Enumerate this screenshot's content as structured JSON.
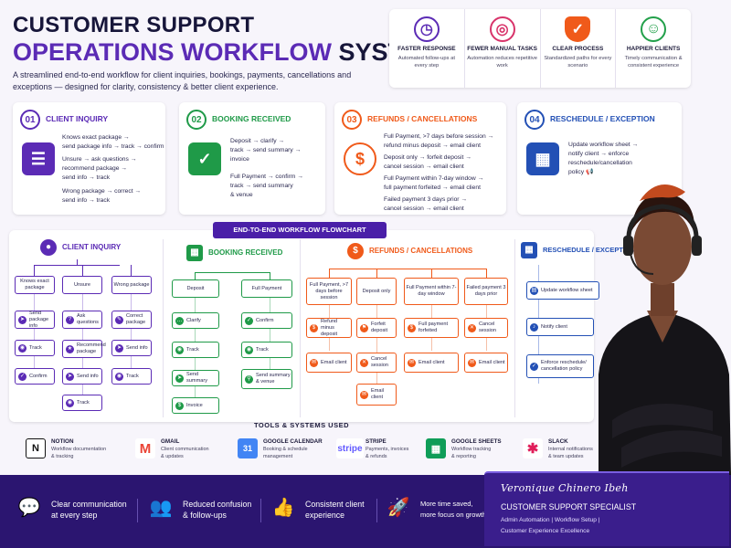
{
  "header": {
    "title_line1": "CUSTOMER SUPPORT",
    "title_accent": "OPERATIONS WORKFLOW",
    "title_end": "SYSTEM",
    "intro": "A streamlined end-to-end workflow for client inquiries, bookings, payments, cancellations and exceptions — designed for clarity, consistency & better client experience."
  },
  "benefits": [
    {
      "title": "FASTER RESPONSE",
      "sub": "Automated follow-ups at every step",
      "icon": "clock-icon",
      "color": "#5b2bb5"
    },
    {
      "title": "FEWER MANUAL TASKS",
      "sub": "Automation reduces repetitive work",
      "icon": "target-icon",
      "color": "#d8336a"
    },
    {
      "title": "CLEAR PROCESS",
      "sub": "Standardized paths for every scenario",
      "icon": "shield-icon",
      "color": "#f05a1a"
    },
    {
      "title": "HAPPIER CLIENTS",
      "sub": "Timely communication & consistent experience",
      "icon": "smile-icon",
      "color": "#22a04a"
    }
  ],
  "cards": [
    {
      "num": "01",
      "title": "CLIENT INQUIRY",
      "color": "#5b2bb5",
      "lines": [
        "Knows exact package →",
        "send package info → track → confirm",
        "Unsure → ask questions →",
        "recommend package →",
        "send info → track",
        "Wrong package → correct →",
        "send info → track"
      ]
    },
    {
      "num": "02",
      "title": "BOOKING RECEIVED",
      "color": "#1f9a48",
      "lines": [
        "Deposit → clarify →",
        "track → send summary →",
        "invoice",
        "Full Payment → confirm →",
        "track → send summary",
        "& venue"
      ]
    },
    {
      "num": "03",
      "title": "REFUNDS / CANCELLATIONS",
      "color": "#f05a1a",
      "lines": [
        "Full Payment, >7 days before session →",
        "refund minus deposit → email client",
        "Deposit only → forfeit deposit →",
        "cancel session → email client",
        "Full Payment within 7-day window →",
        "full payment forfeited → email client",
        "Failed payment 3 days prior →",
        "cancel session → email client"
      ]
    },
    {
      "num": "04",
      "title": "RESCHEDULE / EXCEPTION",
      "color": "#2350b5",
      "lines": [
        "Update workflow sheet →",
        "notify client → enforce",
        "reschedule/cancellation",
        "policy 📢"
      ]
    }
  ],
  "flowchart": {
    "label": "END-TO-END WORKFLOW FLOWCHART",
    "cols": [
      {
        "title": "CLIENT INQUIRY",
        "color": "#5b2bb5"
      },
      {
        "title": "BOOKING RECEIVED",
        "color": "#1f9a48"
      },
      {
        "title": "REFUNDS / CANCELLATIONS",
        "color": "#f05a1a"
      },
      {
        "title": "RESCHEDULE / EXCEPTION",
        "color": "#2350b5"
      }
    ],
    "inquiry": {
      "branches": [
        "Knows exact package",
        "Unsure",
        "Wrong package"
      ],
      "b1": [
        "Send package info",
        "Track",
        "Confirm"
      ],
      "b2": [
        "Ask questions",
        "Recommend package",
        "Send info",
        "Track"
      ],
      "b3": [
        "Correct package",
        "Send info",
        "Track"
      ]
    },
    "booking": {
      "branches": [
        "Deposit",
        "Full Payment"
      ],
      "b1": [
        "Clarify",
        "Track",
        "Send summary",
        "Invoice"
      ],
      "b2": [
        "Confirm",
        "Track",
        "Send summary & venue"
      ]
    },
    "refunds": {
      "branches": [
        "Full Payment, >7 days before session",
        "Deposit only",
        "Full Payment within 7-day window",
        "Failed payment 3 days prior"
      ],
      "b1": [
        "Refund minus deposit",
        "Email client"
      ],
      "b2": [
        "Forfeit deposit",
        "Cancel session",
        "Email client"
      ],
      "b3": [
        "Full payment forfeited",
        "Email client"
      ],
      "b4": [
        "Cancel session",
        "Email client"
      ]
    },
    "reschedule": [
      "Update workflow sheet",
      "Notify client",
      "Enforce reschedule/ cancellation policy"
    ]
  },
  "tools": {
    "title": "TOOLS & SYSTEMS USED",
    "items": [
      {
        "name": "NOTION",
        "desc": [
          "Workflow documentation",
          "& tracking"
        ],
        "glyph": "N",
        "bg": "#ffffff",
        "fg": "#111111"
      },
      {
        "name": "GMAIL",
        "desc": [
          "Client communication",
          "& updates"
        ],
        "glyph": "M",
        "bg": "#ffffff",
        "fg": "#ea4335"
      },
      {
        "name": "GOOGLE CALENDAR",
        "desc": [
          "Booking & schedule",
          "management"
        ],
        "glyph": "31",
        "bg": "#4285f4",
        "fg": "#ffffff"
      },
      {
        "name": "STRIPE",
        "desc": [
          "Payments, invoices",
          "& refunds"
        ],
        "glyph": "stripe",
        "bg": "#ffffff",
        "fg": "#635bff"
      },
      {
        "name": "GOOGLE SHEETS",
        "desc": [
          "Workflow tracking",
          "& reporting"
        ],
        "glyph": "▦",
        "bg": "#0f9d58",
        "fg": "#ffffff"
      },
      {
        "name": "SLACK",
        "desc": [
          "Internal notifications",
          "& team updates"
        ],
        "glyph": "✱",
        "bg": "#ffffff",
        "fg": "#e01e5a"
      }
    ]
  },
  "footer": [
    {
      "text": [
        "Clear communication",
        "at every step"
      ],
      "icon": "chat-icon"
    },
    {
      "text": [
        "Reduced confusion",
        "& follow-ups"
      ],
      "icon": "people-icon"
    },
    {
      "text": [
        "Consistent client",
        "experience"
      ],
      "icon": "thumbs-up-icon"
    },
    {
      "text": [
        "More time saved,",
        "more focus on growth"
      ],
      "icon": "rocket-icon"
    }
  ],
  "profile": {
    "name": "Veronique Chinero Ibeh",
    "role": "CUSTOMER SUPPORT SPECIALIST",
    "line1": "Admin Automation | Workflow Setup |",
    "line2": "Customer Experience Excellence"
  }
}
